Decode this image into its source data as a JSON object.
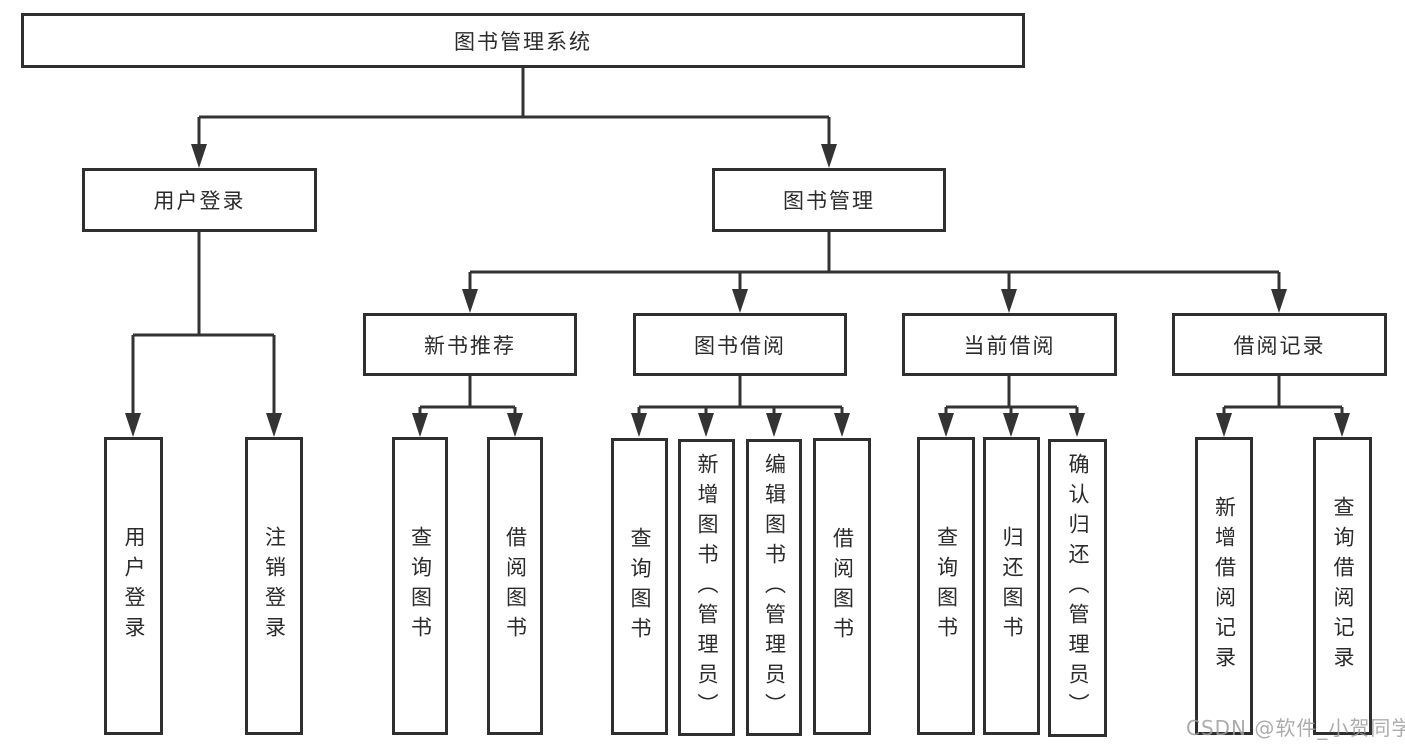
{
  "diagram_title": "图书管理系统",
  "nodes": {
    "root": {
      "label": "图书管理系统"
    },
    "user_login": {
      "label": "用户登录"
    },
    "book_management": {
      "label": "图书管理"
    },
    "new_book_recommend": {
      "label": "新书推荐"
    },
    "book_borrowing": {
      "label": "图书借阅"
    },
    "current_borrowing": {
      "label": "当前借阅"
    },
    "borrowing_records": {
      "label": "借阅记录"
    },
    "leaf_user_login": {
      "label": "用户登录"
    },
    "leaf_logout": {
      "label": "注销登录"
    },
    "leaf_query_books_a": {
      "label": "查询图书"
    },
    "leaf_borrow_books_a": {
      "label": "借阅图书"
    },
    "leaf_query_books_b": {
      "label": "查询图书"
    },
    "leaf_add_book_admin": {
      "label": "新增图书（管理员）"
    },
    "leaf_edit_book_admin": {
      "label": "编辑图书（管理员）"
    },
    "leaf_borrow_books_b": {
      "label": "借阅图书"
    },
    "leaf_query_books_c": {
      "label": "查询图书"
    },
    "leaf_return_books": {
      "label": "归还图书"
    },
    "leaf_confirm_return_admin": {
      "label": "确认归还（管理员）"
    },
    "leaf_add_borrow_record": {
      "label": "新增借阅记录"
    },
    "leaf_query_borrow_record": {
      "label": "查询借阅记录"
    }
  },
  "hierarchy": {
    "label": "图书管理系统",
    "children": [
      {
        "label": "用户登录",
        "children": [
          {
            "label": "用户登录"
          },
          {
            "label": "注销登录"
          }
        ]
      },
      {
        "label": "图书管理",
        "children": [
          {
            "label": "新书推荐",
            "children": [
              {
                "label": "查询图书"
              },
              {
                "label": "借阅图书"
              }
            ]
          },
          {
            "label": "图书借阅",
            "children": [
              {
                "label": "查询图书"
              },
              {
                "label": "新增图书（管理员）"
              },
              {
                "label": "编辑图书（管理员）"
              },
              {
                "label": "借阅图书"
              }
            ]
          },
          {
            "label": "当前借阅",
            "children": [
              {
                "label": "查询图书"
              },
              {
                "label": "归还图书"
              },
              {
                "label": "确认归还（管理员）"
              }
            ]
          },
          {
            "label": "借阅记录",
            "children": [
              {
                "label": "新增借阅记录"
              },
              {
                "label": "查询借阅记录"
              }
            ]
          }
        ]
      }
    ]
  },
  "watermark": {
    "text": "CSDN @软件_小贺同学"
  },
  "colors": {
    "line": "#333333",
    "border": "#2f2f2f",
    "text": "#2b2b2b",
    "background": "#ffffff",
    "watermark": "#9e9e9e"
  }
}
